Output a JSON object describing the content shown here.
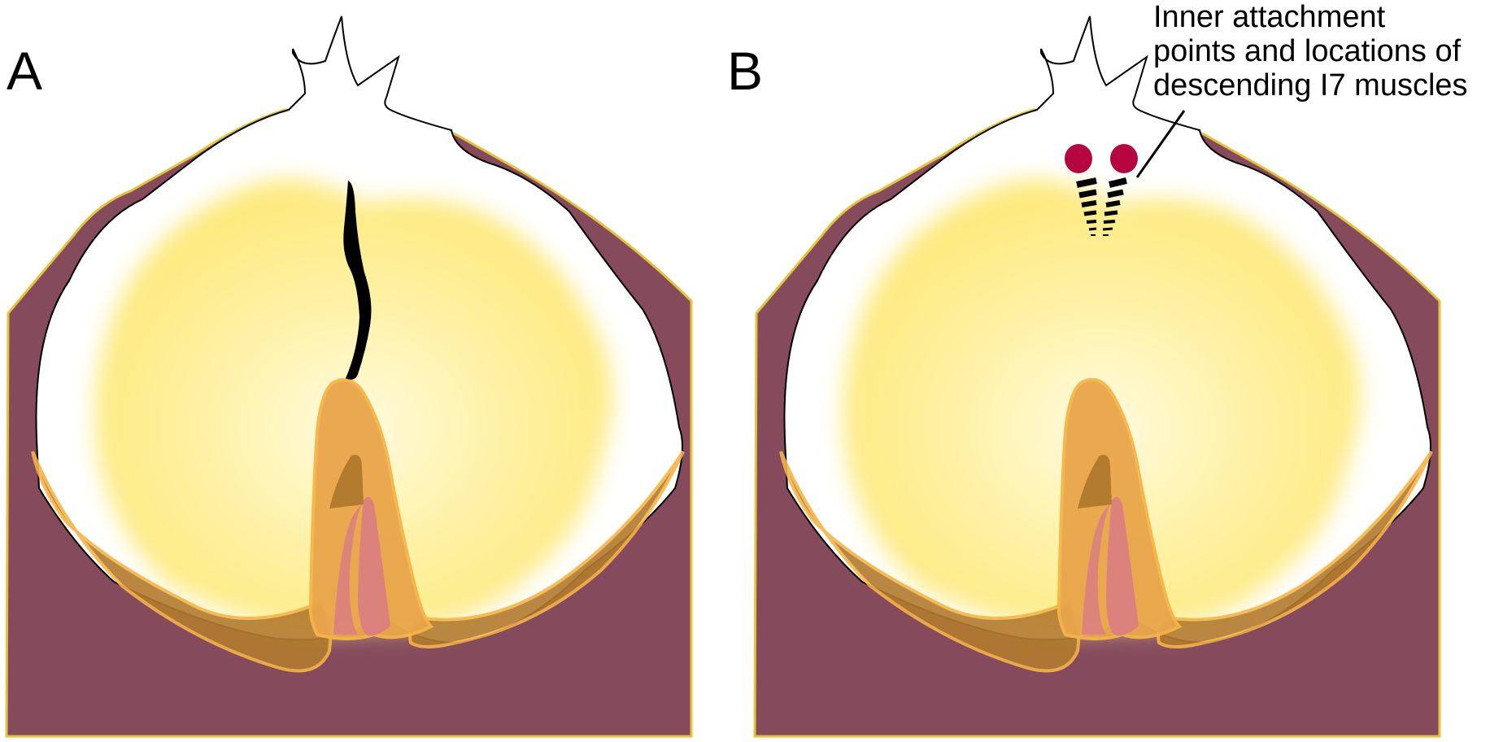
{
  "panels": [
    {
      "id": "A",
      "letter": "A"
    },
    {
      "id": "B",
      "letter": "B"
    }
  ],
  "annotation": {
    "lines": [
      "Inner attachment",
      "points and locations of",
      "descending I7 muscles"
    ]
  },
  "colors": {
    "outer_tissue": "#854b5d",
    "outer_tissue_edge": "#e3c43a",
    "interior_white": "#ffffff",
    "yellow_core": "#fde97a",
    "yellow_center": "#fffbe0",
    "orange_structure": "#e9a54a",
    "orange_edge": "#f5b548",
    "dark_inner": "#b27b2e",
    "pink_structure": "#db8080",
    "channel_black": "#000000",
    "muscle_dot": "#b5063f"
  },
  "icons": {
    "channel": "black-channel-shape",
    "muscle_points": "red-dot-marker",
    "muscle_lines": "dashed-descending-line"
  }
}
